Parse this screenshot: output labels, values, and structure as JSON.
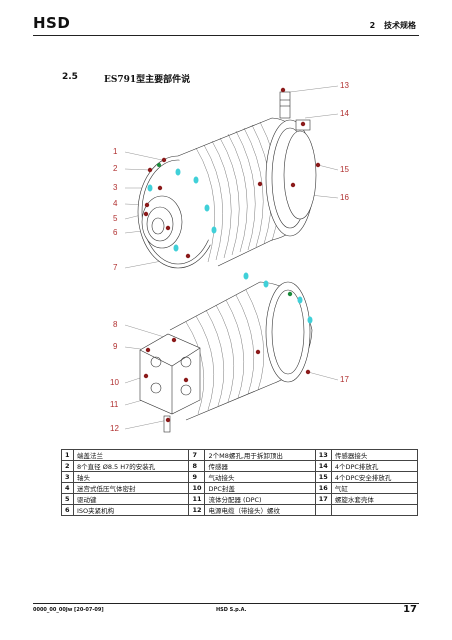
{
  "header": {
    "logo": "HSD",
    "chapter_number": "2",
    "chapter_title": "技术规格"
  },
  "section": {
    "number": "2.5",
    "title": "ES791型主要部件说"
  },
  "callouts": {
    "c1": "1",
    "c2": "2",
    "c3": "3",
    "c4": "4",
    "c5": "5",
    "c6": "6",
    "c7": "7",
    "c8": "8",
    "c9": "9",
    "c10": "10",
    "c11": "11",
    "c12": "12",
    "c13": "13",
    "c14": "14",
    "c15": "15",
    "c16": "16",
    "c17": "17"
  },
  "legend": {
    "rows": [
      [
        {
          "n": "1",
          "t": "端盖法兰"
        },
        {
          "n": "7",
          "t": "2个M8螺孔,用于拆卸顶出"
        },
        {
          "n": "13",
          "t": "传感器接头"
        }
      ],
      [
        {
          "n": "2",
          "t": "8个直径 Ø8.5 H7的安装孔"
        },
        {
          "n": "8",
          "t": "传感器"
        },
        {
          "n": "14",
          "t": "4个DPC排放孔"
        }
      ],
      [
        {
          "n": "3",
          "t": "轴头"
        },
        {
          "n": "9",
          "t": "气动接头"
        },
        {
          "n": "15",
          "t": "4个DPC安全排放孔"
        }
      ],
      [
        {
          "n": "4",
          "t": "迷宫式低压气体密封"
        },
        {
          "n": "10",
          "t": "DPC封盖"
        },
        {
          "n": "16",
          "t": "气缸"
        }
      ],
      [
        {
          "n": "5",
          "t": "驱动键"
        },
        {
          "n": "11",
          "t": "流体分配器 (DPC)"
        },
        {
          "n": "17",
          "t": "螺旋水套壳体"
        }
      ],
      [
        {
          "n": "6",
          "t": "ISO夹紧机构"
        },
        {
          "n": "12",
          "t": "电源电缆（带接头）螺纹"
        },
        {
          "n": "",
          "t": ""
        }
      ]
    ]
  },
  "footer": {
    "doc_code": "0000_00_00Jw [20-07-09]",
    "company": "HSD S.p.A.",
    "page": "17"
  },
  "colors": {
    "callout": "#b03030",
    "marker_red": "#8b1a1a",
    "marker_cyan": "#40d0d8",
    "marker_green": "#1a8a3a"
  }
}
